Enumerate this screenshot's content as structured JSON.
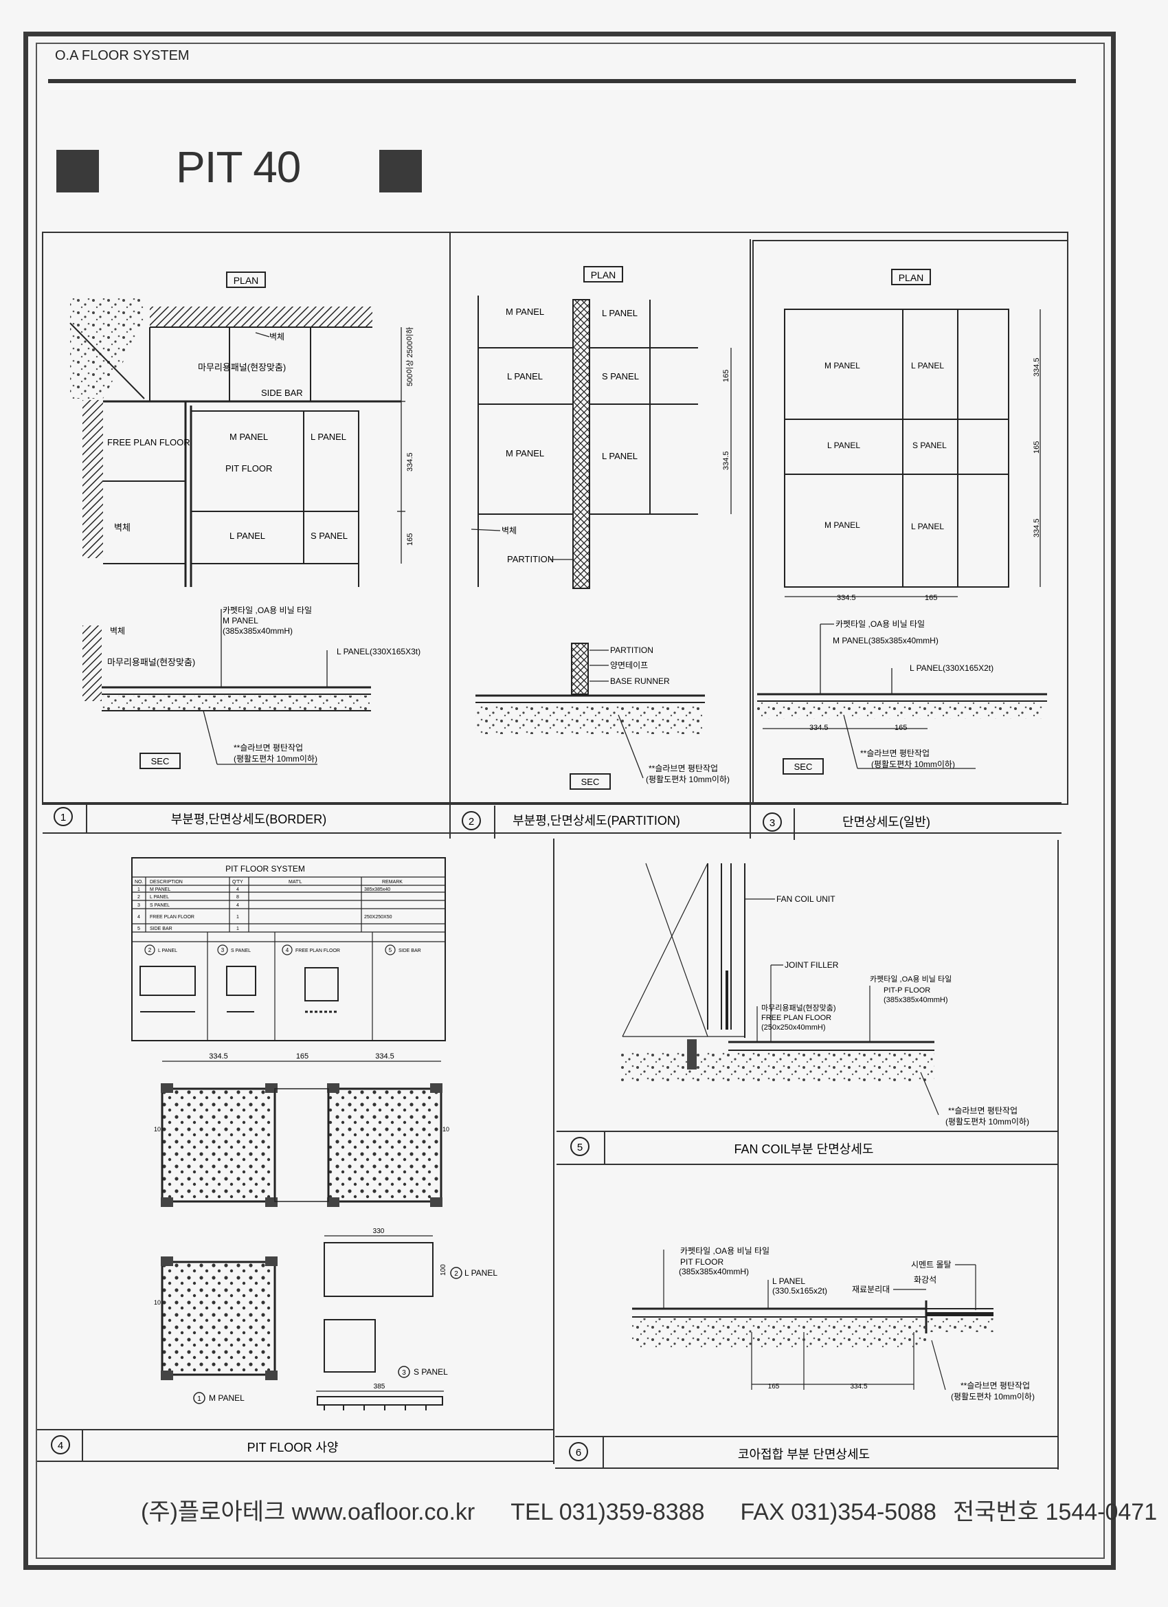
{
  "header": {
    "system_title": "O.A FLOOR SYSTEM",
    "page_title": "PIT 40"
  },
  "common": {
    "plan_label": "PLAN",
    "sec_label": "SEC",
    "m_panel": "M PANEL",
    "l_panel": "L PANEL",
    "s_panel": "S PANEL"
  },
  "panel1": {
    "number": "1",
    "caption": "부분평,단면상세도(BORDER)",
    "wall_label": "벽체",
    "finish_panel": "마무리용패널(현장맞춤)",
    "side_bar": "SIDE BAR",
    "free_plan_floor": "FREE PLAN FLOOR",
    "pit_floor": "PIT FLOOR",
    "dim_vertical": "500이상 2500이하",
    "dim_3345": "334.5",
    "dim_165": "165",
    "carpet_tile": "카펫타일 ,OA용 비닐 타일",
    "m_panel_size": "M PANEL",
    "m_panel_dim": "(385x385x40mmH)",
    "l_panel_spec": "L PANEL(330X165X3t)",
    "slab_note_1": "**슬라브면 평탄작업",
    "slab_note_2": "(평활도편차 10mm이하)"
  },
  "panel2": {
    "number": "2",
    "caption": "부분평,단면상세도(PARTITION)",
    "wall_label": "벽체",
    "partition": "PARTITION",
    "double_tape": "양면테이프",
    "base_runner": "BASE RUNNER",
    "dim_165": "165",
    "dim_3345": "334.5",
    "slab_note_1": "**슬라브면 평탄작업",
    "slab_note_2": "(평활도편차 10mm이하)"
  },
  "panel3": {
    "number": "3",
    "caption": "단면상세도(일반)",
    "dim_3345": "334.5",
    "dim_165": "165",
    "carpet_tile": "카펫타일 ,OA용 비닐 타일",
    "m_panel_spec": "M PANEL(385x385x40mmH)",
    "l_panel_spec": "L PANEL(330X165X2t)",
    "slab_note_1": "**슬라브면 평탄작업",
    "slab_note_2": "(평활도편차 10mm이하)"
  },
  "panel4": {
    "number": "4",
    "caption": "PIT FLOOR  사양",
    "table_title": "PIT FLOOR SYSTEM",
    "table_headers": [
      "NO.",
      "DESCRIPTION",
      "Q'TY",
      "MAT'L",
      "REMARK"
    ],
    "table_rows": [
      [
        "1",
        "M PANEL",
        "4",
        "",
        "385x385x40"
      ],
      [
        "2",
        "L PANEL",
        "8",
        "",
        ""
      ],
      [
        "3",
        "S PANEL",
        "4",
        "",
        ""
      ],
      [
        "4",
        "FREE PLAN FLOOR",
        "1",
        "",
        "250X250X50"
      ],
      [
        "5",
        "SIDE BAR",
        "1",
        "",
        ""
      ]
    ],
    "sub_labels": [
      "L PANEL",
      "S PANEL",
      "FREE PLAN FLOOR",
      "SIDE BAR"
    ],
    "sub_numbers": [
      "2",
      "3",
      "4",
      "5"
    ],
    "dim_3345": "334.5",
    "dim_165": "165",
    "dim_330": "330",
    "dim_100": "100",
    "dim_385": "385",
    "dim_10": "10",
    "m_panel_label": "M PANEL",
    "l_panel_label": "L PANEL",
    "s_panel_label": "S PANEL",
    "m_num": "1",
    "l_num": "2",
    "s_num": "3"
  },
  "panel5": {
    "number": "5",
    "caption": "FAN COIL부분 단면상세도",
    "fan_coil_unit": "FAN COIL UNIT",
    "joint_filler": "JOINT FILLER",
    "carpet_tile": "카펫타일 ,OA용 비닐 타일",
    "pitp_floor": "PIT-P FLOOR",
    "pitp_dim": "(385x385x40mmH)",
    "finish_panel": "마무리용패널(현장맞춤)",
    "free_plan_floor": "FREE PLAN FLOOR",
    "fpf_dim": "(250x250x40mmH)",
    "slab_note_1": "**슬라브면 평탄작업",
    "slab_note_2": "(평활도편차 10mm이하)"
  },
  "panel6": {
    "number": "6",
    "caption": "코아접합 부분 단면상세도",
    "carpet_tile": "카펫타일 ,OA용 비닐 타일",
    "pit_floor": "PIT FLOOR",
    "pit_dim": "(385x385x40mmH)",
    "l_panel": "L PANEL",
    "l_panel_dim": "(330.5x165x2t)",
    "separator": "재료분리대",
    "cement_mortar": "시멘트 몰탈",
    "granite": "화강석",
    "dim_165": "165",
    "dim_3345": "334.5",
    "slab_note_1": "**슬라브면 평탄작업",
    "slab_note_2": "(평활도편차 10mm이하)"
  },
  "footer": {
    "company": "(주)플로아테크 www.oafloor.co.kr",
    "tel": "TEL 031)359-8388",
    "fax": "FAX 031)354-5088",
    "national": "전국번호 1544-0471"
  }
}
